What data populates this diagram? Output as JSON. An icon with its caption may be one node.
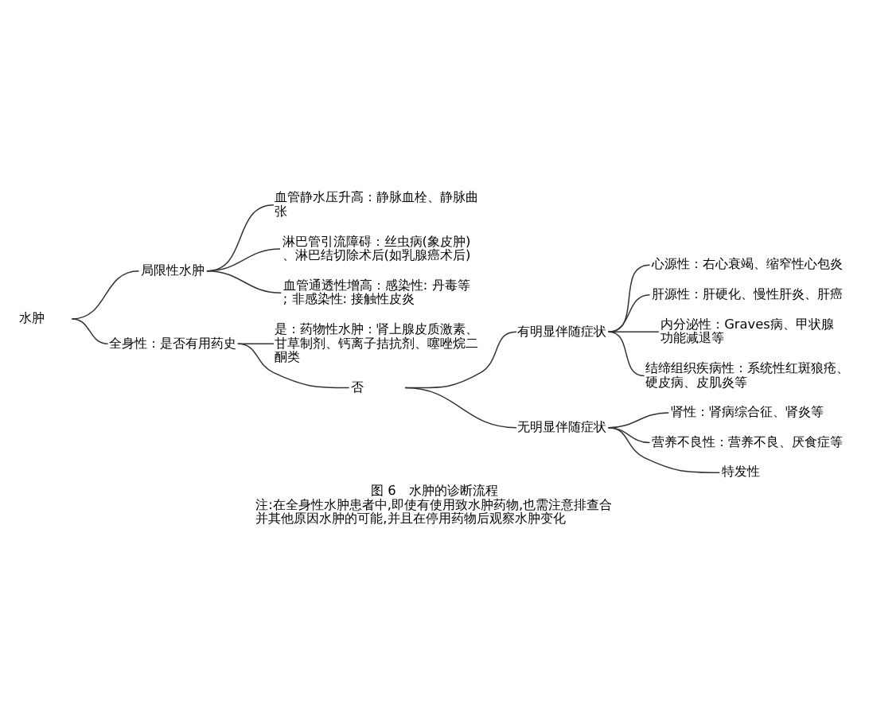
{
  "diagram": {
    "title": "图 6　水肿的诊断流程",
    "caption": "注:在全身性水肿患者中,即使有使用致水肿药物,也需注意排查合并其他原因水肿的可能,并且在停用药物后观察水肿变化",
    "nodes": [
      {
        "text": [
          "水肿"
        ]
      },
      {
        "text": [
          "局限性水肿"
        ]
      },
      {
        "text": [
          "血管静水压升高：静脉血栓、静脉曲张"
        ]
      },
      {
        "text": [
          "淋巴管引流障碍：丝虫病(象皮肿)、淋巴结切除术后(如乳腺癌术后)"
        ]
      },
      {
        "text": [
          "血管通透性增高：感染性: 丹毒等; 非感染性: 接触性皮炎"
        ]
      },
      {
        "text": [
          "全身性：是否有用药史"
        ]
      },
      {
        "text": [
          "是：药物性水肿：肾上腺皮质激素、甘草制剂、钙离子拮抗剂、噻唑烷二酮类"
        ]
      },
      {
        "text": [
          "否"
        ]
      },
      {
        "text": [
          "有明显伴随症状"
        ]
      },
      {
        "text": [
          "心源性：右心衰竭、缩窄性心包炎"
        ]
      },
      {
        "text": [
          "肝源性：肝硬化、慢性肝炎、肝癌"
        ]
      },
      {
        "text": [
          "内分泌性：Graves病、甲状腺功能减退等"
        ]
      },
      {
        "text": [
          "结缔组织疾病性：系统性红斑狼疮、硬皮病、皮肌炎等"
        ]
      },
      {
        "text": [
          "无明显伴随症状"
        ]
      },
      {
        "text": [
          "肾性：肾病综合征、肾炎等"
        ]
      },
      {
        "text": [
          "营养不良性：营养不良、厌食症等"
        ]
      },
      {
        "text": [
          "特发性"
        ]
      }
    ],
    "edges": [
      {
        "from": 0,
        "to": 1,
        "arrow": "none"
      },
      {
        "from": 0,
        "to": 5,
        "arrow": "none"
      },
      {
        "from": 1,
        "to": 2,
        "arrow": "none"
      },
      {
        "from": 1,
        "to": 3,
        "arrow": "none"
      },
      {
        "from": 1,
        "to": 4,
        "arrow": "none"
      },
      {
        "from": 5,
        "to": 6,
        "arrow": "none"
      },
      {
        "from": 5,
        "to": 7,
        "arrow": "none"
      },
      {
        "from": 7,
        "to": 8,
        "arrow": "none"
      },
      {
        "from": 7,
        "to": 13,
        "arrow": "none"
      },
      {
        "from": 8,
        "to": 9,
        "arrow": "none"
      },
      {
        "from": 8,
        "to": 10,
        "arrow": "none"
      },
      {
        "from": 8,
        "to": 11,
        "arrow": "none"
      },
      {
        "from": 8,
        "to": 12,
        "arrow": "none"
      },
      {
        "from": 13,
        "to": 14,
        "arrow": "none"
      },
      {
        "from": 13,
        "to": 15,
        "arrow": "none"
      },
      {
        "from": 13,
        "to": 16,
        "arrow": "none"
      }
    ]
  }
}
